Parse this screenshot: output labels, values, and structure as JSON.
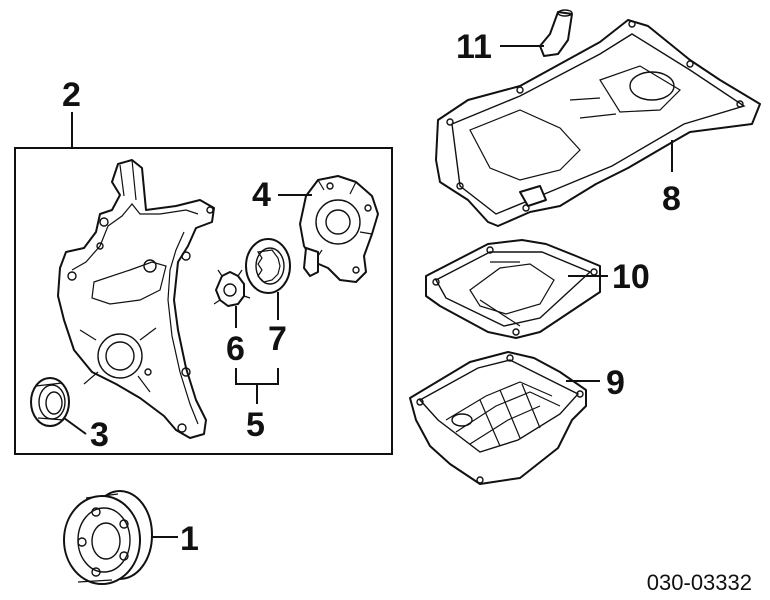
{
  "diagram": {
    "callouts": {
      "c1": "1",
      "c2": "2",
      "c3": "3",
      "c4": "4",
      "c5": "5",
      "c6": "6",
      "c7": "7",
      "c8": "8",
      "c9": "9",
      "c10": "10",
      "c11": "11"
    },
    "reference_code": "030-03332"
  }
}
